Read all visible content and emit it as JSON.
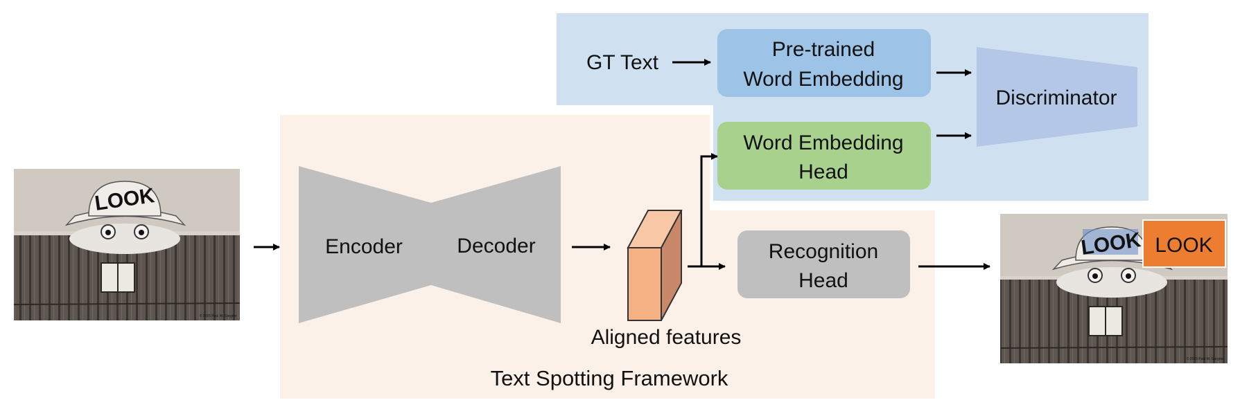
{
  "figure": {
    "framework_label": "Text Spotting Framework",
    "encoder_label": "Encoder",
    "decoder_label": "Decoder",
    "aligned_features_label": "Aligned features",
    "recognition_head": {
      "line1": "Recognition",
      "line2": "Head"
    },
    "gt_text_label": "GT Text",
    "pretrained_embedding": {
      "line1": "Pre-trained",
      "line2": "Word Embedding"
    },
    "word_embedding_head": {
      "line1": "Word Embedding",
      "line2": "Head"
    },
    "discriminator_label": "Discriminator",
    "input_photo": {
      "sign_text": "LOOK",
      "credit": "© 2015 Paul M. Gargner"
    },
    "output_photo": {
      "sign_text": "LOOK",
      "credit": "© 2015 Paul M. Gargner",
      "prediction": "LOOK"
    }
  },
  "colors": {
    "framework_bg": "#fcf1e9",
    "embedding_bg": "#cfe1f0",
    "pretrained_fill": "#9dc3e6",
    "embedding_head_fill": "#a9d18e",
    "discriminator_fill": "#b4c7e7",
    "encoder_decoder_fill": "#bfbfbf",
    "recognition_fill": "#bfbfbf",
    "feature_front": "#f4b183",
    "feature_side": "#c8896a",
    "prediction_fill": "#ed7d31",
    "detection_box": "#6e8fc8"
  }
}
